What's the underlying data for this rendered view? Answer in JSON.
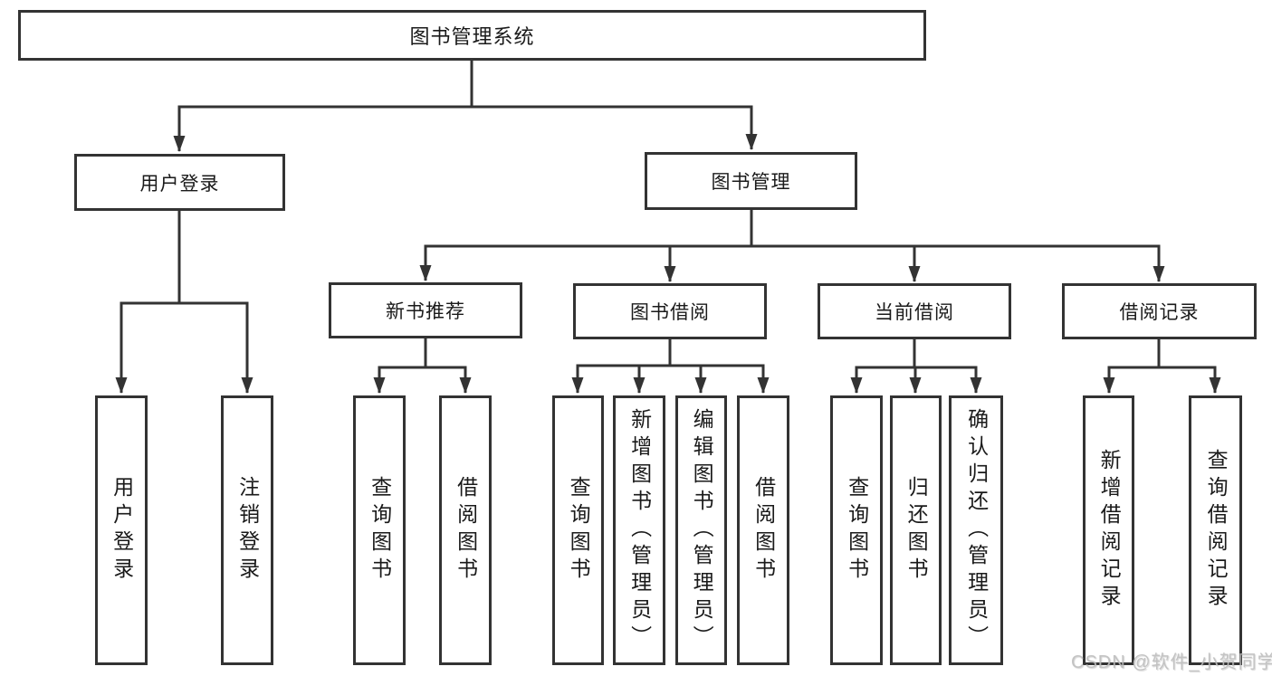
{
  "watermark": "CSDN @软件_小贺同学",
  "colors": {
    "line": "#333333",
    "text": "#1a1a1a",
    "watermark": "#bdbdbd",
    "background": "#ffffff"
  },
  "tree": {
    "label": "图书管理系统",
    "children": [
      {
        "label": "用户登录",
        "children": [
          {
            "label": "用户登录"
          },
          {
            "label": "注销登录"
          }
        ]
      },
      {
        "label": "图书管理",
        "children": [
          {
            "label": "新书推荐",
            "children": [
              {
                "label": "查询图书"
              },
              {
                "label": "借阅图书"
              }
            ]
          },
          {
            "label": "图书借阅",
            "children": [
              {
                "label": "查询图书"
              },
              {
                "label": "新增图书（管理员）"
              },
              {
                "label": "编辑图书（管理员）"
              },
              {
                "label": "借阅图书"
              }
            ]
          },
          {
            "label": "当前借阅",
            "children": [
              {
                "label": "查询图书"
              },
              {
                "label": "归还图书"
              },
              {
                "label": "确认归还（管理员）"
              }
            ]
          },
          {
            "label": "借阅记录",
            "children": [
              {
                "label": "新增借阅记录"
              },
              {
                "label": "查询借阅记录"
              }
            ]
          }
        ]
      }
    ]
  }
}
